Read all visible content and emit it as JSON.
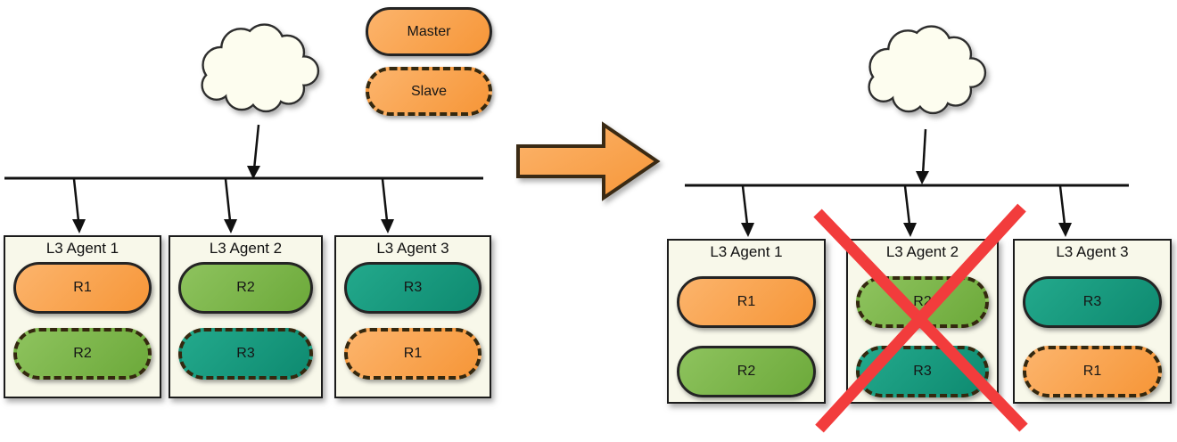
{
  "legend": {
    "master_label": "Master",
    "slave_label": "Slave"
  },
  "left_panel": {
    "description": "before-failure-state",
    "agents": [
      {
        "title": "L3 Agent 1",
        "routers": [
          {
            "label": "R1",
            "role": "master",
            "color": "orange"
          },
          {
            "label": "R2",
            "role": "slave",
            "color": "green"
          }
        ]
      },
      {
        "title": "L3 Agent 2",
        "routers": [
          {
            "label": "R2",
            "role": "master",
            "color": "green"
          },
          {
            "label": "R3",
            "role": "slave",
            "color": "teal"
          }
        ]
      },
      {
        "title": "L3 Agent 3",
        "routers": [
          {
            "label": "R3",
            "role": "master",
            "color": "teal"
          },
          {
            "label": "R1",
            "role": "slave",
            "color": "orange"
          }
        ]
      }
    ]
  },
  "right_panel": {
    "description": "after-failure-state",
    "agents": [
      {
        "title": "L3 Agent 1",
        "failed": false,
        "routers": [
          {
            "label": "R1",
            "role": "master",
            "color": "orange"
          },
          {
            "label": "R2",
            "role": "master",
            "color": "green"
          }
        ]
      },
      {
        "title": "L3 Agent 2",
        "failed": true,
        "routers": [
          {
            "label": "R2",
            "role": "slave",
            "color": "green"
          },
          {
            "label": "R3",
            "role": "slave",
            "color": "teal"
          }
        ]
      },
      {
        "title": "L3 Agent 3",
        "failed": false,
        "routers": [
          {
            "label": "R3",
            "role": "master",
            "color": "teal"
          },
          {
            "label": "R1",
            "role": "slave",
            "color": "orange"
          }
        ]
      }
    ]
  },
  "colors": {
    "master_orange": "#f8a14c",
    "router_green": "#7cb94e",
    "router_teal": "#199e82",
    "failure_red": "#f23c3c",
    "box_background": "#f8f8ea",
    "cloud_background": "#fdfdef"
  }
}
